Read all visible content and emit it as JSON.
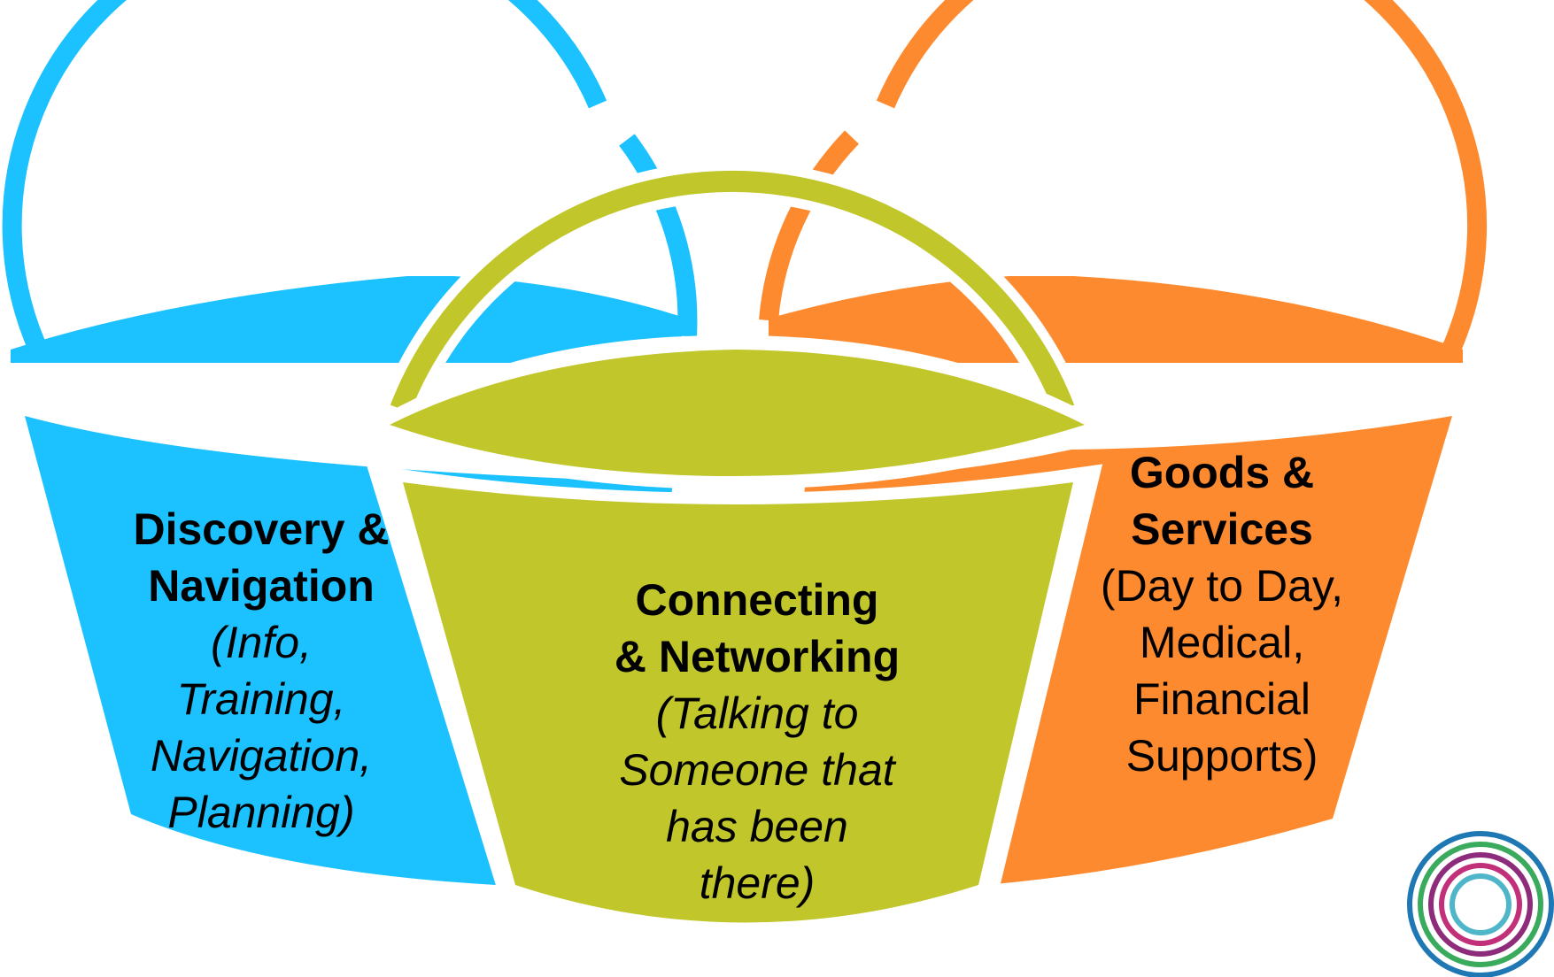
{
  "colors": {
    "blue": "#1cc1ff",
    "green": "#c1c62b",
    "orange": "#fd8a2f",
    "logo_rings": [
      "#1f78b4",
      "#3aaa5c",
      "#8e2c7c",
      "#c2307a",
      "#4fb6c9"
    ]
  },
  "buckets": [
    {
      "id": "discovery",
      "color": "blue",
      "title_lines": [
        "Discovery &",
        "Navigation"
      ],
      "detail_lines": [
        "(Info,",
        "Training,",
        "Navigation,",
        "Planning)"
      ],
      "detail_italic": true
    },
    {
      "id": "connecting",
      "color": "green",
      "title_lines": [
        "Connecting",
        "& Networking"
      ],
      "detail_lines": [
        "(Talking to",
        "Someone that",
        "has been",
        "there)"
      ],
      "detail_italic": true
    },
    {
      "id": "goods",
      "color": "orange",
      "title_lines": [
        "Goods &",
        "Services"
      ],
      "detail_lines": [
        "(Day to Day,",
        "Medical,",
        "Financial",
        "Supports)"
      ],
      "detail_italic": false
    }
  ],
  "logo": {
    "icon": "concentric-rings-icon"
  }
}
